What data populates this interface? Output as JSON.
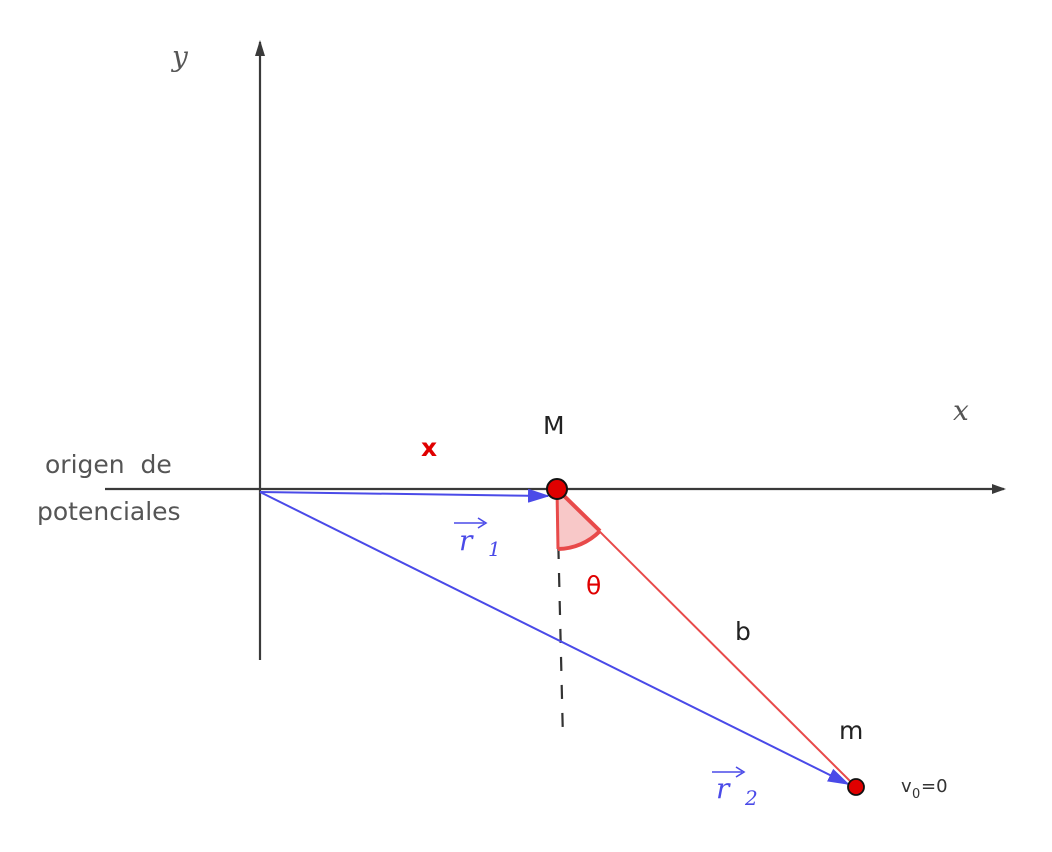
{
  "labels": {
    "y_axis": "y",
    "x_axis": "x",
    "origin_line1": "origen  de",
    "origin_line2": "potenciales",
    "distance_x": "x",
    "mass_M": "M",
    "mass_m": "m",
    "angle": "θ",
    "length_b": "b",
    "r1_base": "r",
    "r1_sub": "1",
    "r2_base": "r",
    "r2_sub": "2",
    "v0_base": "v",
    "v0_sub": "0",
    "v0_rest": "=0"
  },
  "colors": {
    "axis": "#3a3a3a",
    "vector_blue": "#4a4ae8",
    "pendulum_red": "#e84a4a",
    "accent_red": "#e00000",
    "text_dark": "#222222",
    "text_gray": "#555555",
    "angle_fill": "#f8c8c8"
  }
}
